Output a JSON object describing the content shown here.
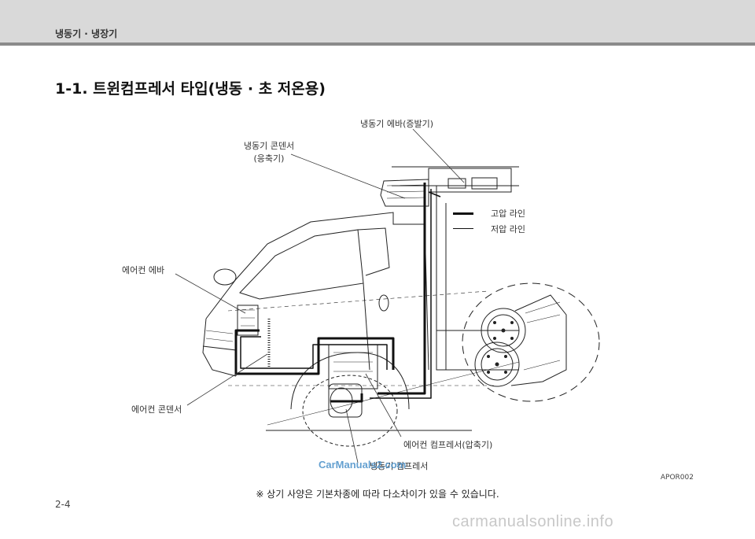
{
  "header": {
    "chapter": "냉동기 · 냉장기"
  },
  "section": {
    "title": "1-1.  트윈컴프레서 타입(냉동 · 초 저온용)"
  },
  "labels": {
    "evaporator": "냉동기 에바(증발기)",
    "condenser_line1": "냉동기 콘덴서",
    "condenser_line2": "(응축기)",
    "aircon_evaporator": "에어컨 에바",
    "aircon_condenser": "에어컨 콘덴서",
    "aircon_compressor": "에어컨 컴프레서(압축기)",
    "freezer_compressor": "냉동기 컴프레서"
  },
  "legend": {
    "high_pressure": "고압 라인",
    "low_pressure": "저압 라인"
  },
  "image_code": "APOR002",
  "footnote": "※ 상기 사양은 기본차종에 따라 다소차이가 있을 수 있습니다.",
  "page_number": "2-4",
  "watermarks": {
    "site_a": "CarManuals2.com",
    "site_b": "carmanualsonline.info"
  },
  "colors": {
    "header_bg": "#d9d9d9",
    "header_rule": "#8a8a8a",
    "line": "#111111"
  }
}
